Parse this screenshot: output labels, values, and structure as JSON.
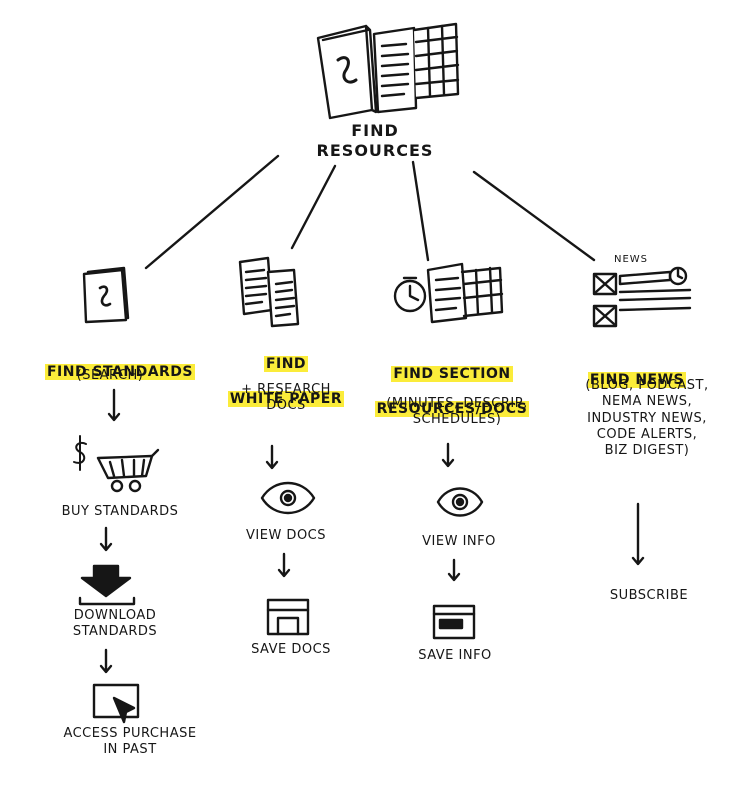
{
  "root": {
    "label": "FIND RESOURCES"
  },
  "news_tag": "NEWS",
  "branches": [
    {
      "id": "standards",
      "title_lines": [
        "FIND STANDARDS"
      ],
      "subtitle": "(SEARCH)",
      "steps": [
        "BUY STANDARDS",
        "DOWNLOAD\nSTANDARDS",
        "ACCESS PURCHASE\nIN PAST"
      ]
    },
    {
      "id": "white-paper",
      "title_lines": [
        "FIND",
        "WHITE PAPER"
      ],
      "subtitle": "+ RESEARCH\nDOCS",
      "steps": [
        "VIEW DOCS",
        "SAVE DOCS"
      ]
    },
    {
      "id": "section",
      "title_lines": [
        "FIND SECTION",
        "RESOURCES/DOCS"
      ],
      "subtitle": "(MINUTES, DESCRIP,\nSCHEDULES)",
      "steps": [
        "VIEW INFO",
        "SAVE INFO"
      ]
    },
    {
      "id": "news",
      "title_lines": [
        "FIND NEWS"
      ],
      "subtitle": "(BLOG, PODCAST,\nNEMA NEWS,\nINDUSTRY NEWS,\nCODE ALERTS,\nBIZ DIGEST)",
      "steps": [
        "SUBSCRIBE"
      ]
    }
  ]
}
